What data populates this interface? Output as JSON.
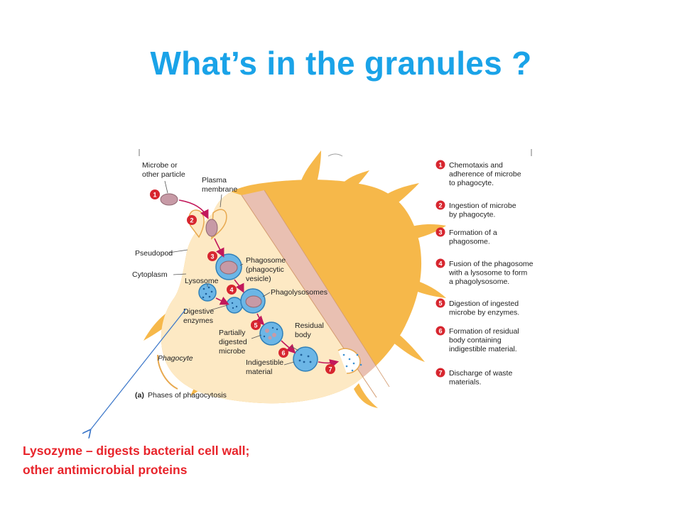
{
  "slide": {
    "title": "What’s in the granules ?",
    "caption_lines": [
      "Lysozyme – digests bacterial cell wall;",
      "other antimicrobial proteins"
    ]
  },
  "figure": {
    "part_label": "(a)",
    "part_title": "Phases of phagocytosis",
    "labels": {
      "microbe_1": "Microbe or",
      "microbe_2": "other particle",
      "plasma_1": "Plasma",
      "plasma_2": "membrane",
      "pseudopod": "Pseudopod",
      "cytoplasm": "Cytoplasm",
      "lysosome": "Lysosome",
      "phagosome_1": "Phagosome",
      "phagosome_2": "(phagocytic",
      "phagosome_3": "vesicle)",
      "phagolysosomes": "Phagolysosomes",
      "digestive_1": "Digestive",
      "digestive_2": "enzymes",
      "partial_1": "Partially",
      "partial_2": "digested",
      "partial_3": "microbe",
      "residual_1": "Residual",
      "residual_2": "body",
      "indig_1": "Indigestible",
      "indig_2": "material",
      "phagocyte": "Phagocyte"
    },
    "steps": [
      {
        "num": "1",
        "lines": [
          "Chemotaxis and",
          "adherence of microbe",
          "to phagocyte."
        ]
      },
      {
        "num": "2",
        "lines": [
          "Ingestion of microbe",
          "by phagocyte."
        ]
      },
      {
        "num": "3",
        "lines": [
          "Formation of a",
          "phagosome."
        ]
      },
      {
        "num": "4",
        "lines": [
          "Fusion of the phagosome",
          "with a lysosome to form",
          "a phagolysosome."
        ]
      },
      {
        "num": "5",
        "lines": [
          "Digestion of ingested",
          "microbe by enzymes."
        ]
      },
      {
        "num": "6",
        "lines": [
          "Formation of residual",
          "body containing",
          "indigestible material."
        ]
      },
      {
        "num": "7",
        "lines": [
          "Discharge of waste",
          "materials."
        ]
      }
    ]
  },
  "colors": {
    "title": "#1aa3e8",
    "caption": "#e8242b",
    "cell_outer": "#f6b84a",
    "cell_inner": "#fde9c4",
    "step_badge": "#d7262f",
    "vesicle": "#6cb6e6",
    "microbe": "#c79aa6"
  }
}
